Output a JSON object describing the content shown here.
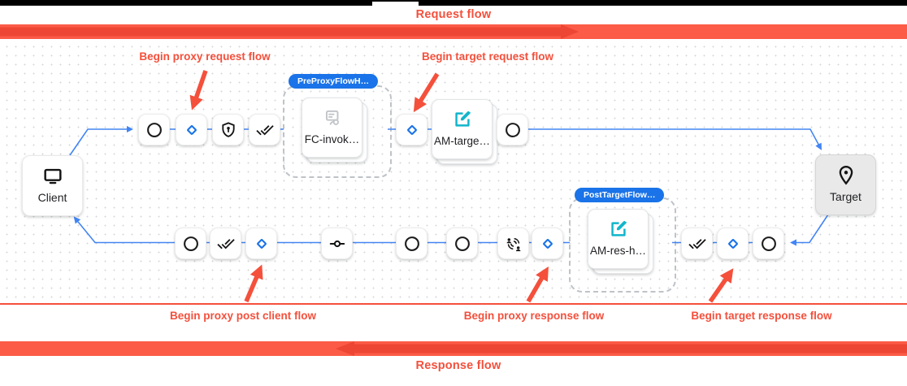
{
  "top": {
    "flow_label": "Request flow"
  },
  "bottom": {
    "flow_label": "Response flow"
  },
  "annotations": {
    "proxy_request": "Begin proxy request flow",
    "target_request": "Begin target request flow",
    "proxy_post_client": "Begin proxy post client flow",
    "proxy_response": "Begin proxy response flow",
    "target_response": "Begin target response flow"
  },
  "groups": {
    "pre_proxy": {
      "label": "PreProxyFlowH…"
    },
    "post_target": {
      "label": "PostTargetFlow…"
    }
  },
  "nodes": {
    "client": {
      "label": "Client"
    },
    "target": {
      "label": "Target"
    },
    "fc_policy": {
      "label": "FC-invok…"
    },
    "am_target": {
      "label": "AM-targe…"
    },
    "am_response": {
      "label": "AM-res-h…"
    }
  },
  "icons": {
    "client": "monitor-icon",
    "target": "place-pin-icon",
    "circle_step": "circle-icon",
    "diamond_step": "diamond-icon",
    "shield_step": "shield-keyhole-icon",
    "double_check_step": "done-all-icon",
    "commit_step": "commit-icon",
    "connect_step": "connect-without-contact-icon",
    "fc_card": "flow-callout-policy-icon",
    "am_card": "edit-square-icon"
  },
  "colors": {
    "band_red": "#fb5b47",
    "band_arrow_red": "#ee4634",
    "annotation_red": "#f4503c",
    "connector_blue": "#4285f4",
    "pill_blue": "#1a73e8",
    "diamond_blue": "#1a73e8",
    "edit_icon_teal": "#12b5cb",
    "policy_icon_gray": "#c2c5c9",
    "target_node_gray": "#e9e9e9",
    "topbar_black": "#000000"
  }
}
